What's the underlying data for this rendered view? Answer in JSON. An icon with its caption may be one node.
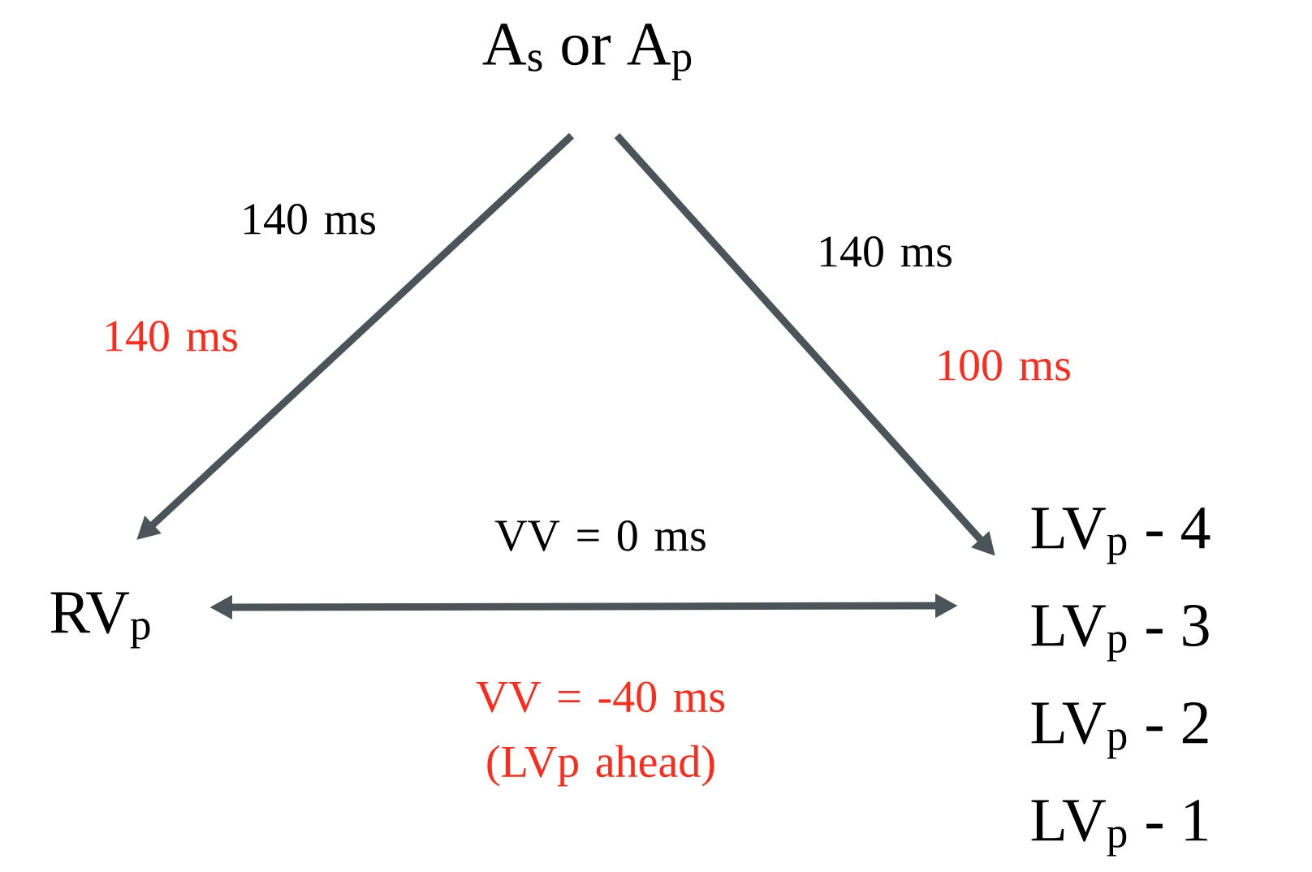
{
  "diagram": {
    "nodes": [
      {
        "text": [
          "A$_{s}$ or A$_{p}$"
        ]
      },
      {
        "text": [
          "RV$_{p}$"
        ]
      },
      {
        "text": [
          "LV$_{p}$ - 4",
          "LV$_{p}$ - 3",
          "LV$_{p}$ - 2",
          "LV$_{p}$ - 1"
        ]
      }
    ],
    "edges": [
      {
        "from": 0,
        "to": 1,
        "arrow": "to"
      },
      {
        "from": 0,
        "to": 2,
        "arrow": "to"
      },
      {
        "from": 1,
        "to": 2,
        "arrow": "both"
      }
    ],
    "labels": [
      "140 ms",
      "140 ms",
      "140 ms",
      "100 ms",
      "VV = 0 ms",
      "VV = -40 ms (LVp ahead)"
    ]
  }
}
